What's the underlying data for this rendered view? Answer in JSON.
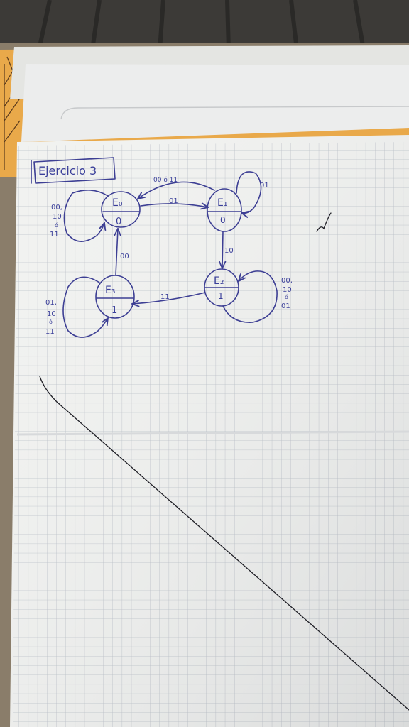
{
  "title": "Ejercicio 3",
  "states": [
    {
      "id": "E0",
      "name": "E₀",
      "output": "0"
    },
    {
      "id": "E1",
      "name": "E₁",
      "output": "0"
    },
    {
      "id": "E2",
      "name": "E₂",
      "output": "1"
    },
    {
      "id": "E3",
      "name": "E₃",
      "output": "1"
    }
  ],
  "transitions": [
    {
      "from": "E0",
      "to": "E1",
      "label": "01"
    },
    {
      "from": "E1",
      "to": "E0",
      "label": "00 ó 11"
    },
    {
      "from": "E1",
      "to": "E1",
      "label": "01"
    },
    {
      "from": "E1",
      "to": "E2",
      "label": "10"
    },
    {
      "from": "E2",
      "to": "E3",
      "label": "11"
    },
    {
      "from": "E3",
      "to": "E0",
      "label": "00"
    },
    {
      "from": "E0",
      "to": "E0",
      "label_lines": [
        "00,",
        "10",
        "ó",
        "11"
      ]
    },
    {
      "from": "E2",
      "to": "E2",
      "label_lines": [
        "00,",
        "10",
        "ó",
        "01"
      ]
    },
    {
      "from": "E3",
      "to": "E3",
      "label_lines": [
        "01,",
        "10",
        "ó",
        "11"
      ]
    }
  ],
  "colors": {
    "ink": "#3d3f94",
    "grid": "#b9bfc7",
    "paper": "#f1f2f0",
    "desk": "#8a7d6a",
    "cover": "#e9a94a"
  }
}
